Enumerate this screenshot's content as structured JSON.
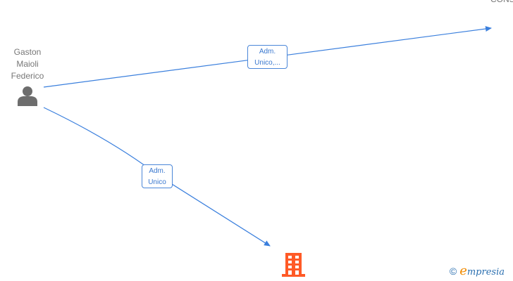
{
  "nodes": {
    "person": {
      "name_lines": [
        "Gaston",
        "Maioli",
        "Federico"
      ],
      "icon": "person-icon"
    },
    "company_top_right": {
      "name_partial": "CONS"
    },
    "company_bottom": {
      "icon": "building-icon",
      "color": "#ff5a26"
    }
  },
  "edges": [
    {
      "from": "person",
      "to": "company_top_right",
      "label_lines": [
        "Adm.",
        "Unico,..."
      ]
    },
    {
      "from": "person",
      "to": "company_bottom",
      "label_lines": [
        "Adm.",
        "Unico"
      ]
    }
  ],
  "colors": {
    "edge": "#3a7fdd",
    "node_text": "#777777"
  },
  "footer": {
    "copyright_symbol": "©",
    "brand": "mpresia",
    "brand_initial": "e"
  }
}
